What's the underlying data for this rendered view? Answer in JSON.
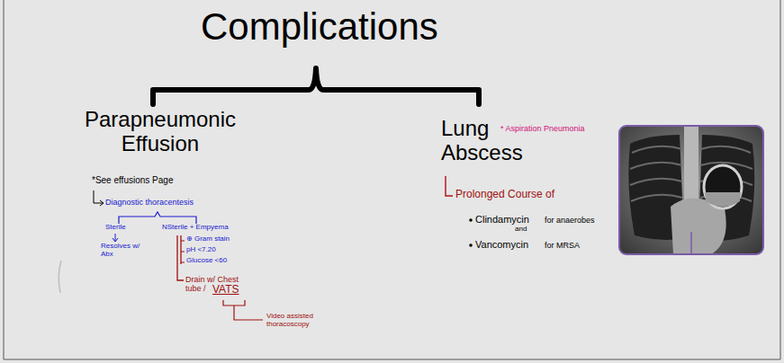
{
  "diagram": {
    "title": "Complications",
    "labels": [
      "Parapneumonic Effusion",
      "*See effusions Page",
      "Diagnostic thoracentesis",
      "Sterile",
      "Resolves w/ Abx",
      "NSterile + Empyema",
      "⊕ Gram stain",
      "pH <7.20",
      "Glucose <60",
      "Drain w/ Chest tube /",
      "VATS",
      "Video assisted thoracoscopy",
      "Lung Abscess",
      "* Aspiration Pneumonia",
      "Prolonged Course of",
      "Clindamycin",
      "and",
      "for anaerobes",
      "Vancomycin",
      "for MRSA"
    ]
  }
}
